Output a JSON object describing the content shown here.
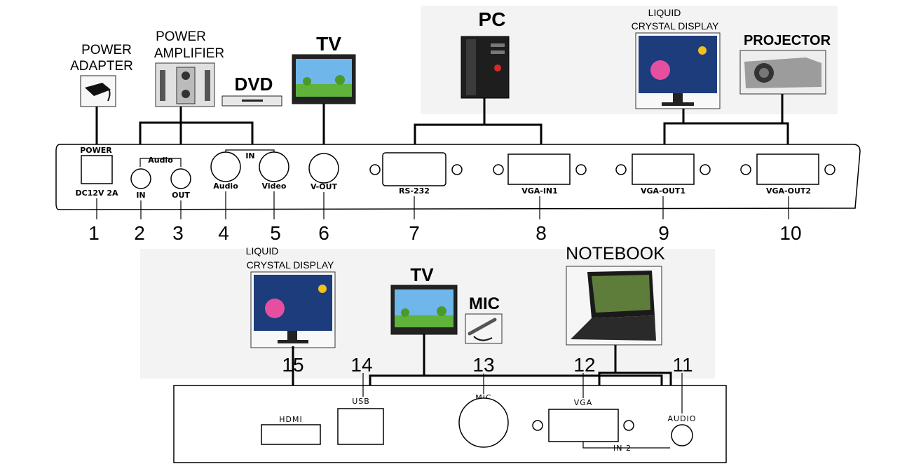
{
  "devices": {
    "power_adapter": [
      "POWER",
      "ADAPTER"
    ],
    "power_amplifier": [
      "POWER",
      "AMPLIFIER"
    ],
    "dvd": "DVD",
    "tv_top": "TV",
    "pc": "PC",
    "lcd_top": [
      "LIQUID",
      "CRYSTAL DISPLAY"
    ],
    "projector": "PROJECTOR",
    "lcd_bottom": [
      "LIQUID",
      "CRYSTAL DISPLAY"
    ],
    "tv_bottom": "TV",
    "mic": "MIC",
    "notebook": "NOTEBOOK"
  },
  "top_panel": {
    "power_label": "POWER",
    "power_spec": "DC12V 2A",
    "audio_group": "Audio",
    "in_group": "IN",
    "ports": {
      "audio_in": "IN",
      "audio_out": "OUT",
      "audio": "Audio",
      "video": "Video",
      "vout": "V-OUT",
      "rs232": "RS-232",
      "vga_in1": "VGA-IN1",
      "vga_out1": "VGA-OUT1",
      "vga_out2": "VGA-OUT2"
    }
  },
  "bottom_panel": {
    "ports": {
      "hdmi": "HDMI",
      "usb": "USB",
      "mic": "MIC",
      "vga": "VGA",
      "audio": "AUDIO",
      "in2": "IN 2"
    }
  },
  "numbers": [
    "1",
    "2",
    "3",
    "4",
    "5",
    "6",
    "7",
    "8",
    "9",
    "10",
    "11",
    "12",
    "13",
    "14",
    "15"
  ]
}
